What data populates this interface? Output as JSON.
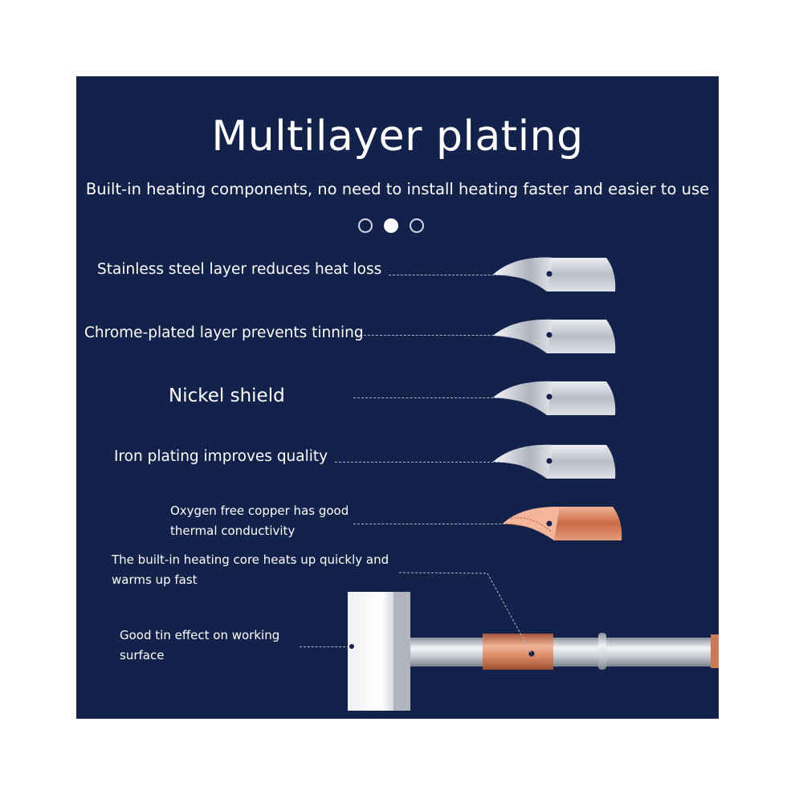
{
  "title": "Multilayer plating",
  "subtitle": "Built-in heating components, no need to install heating faster and easier to use",
  "pagination": {
    "dots": 3,
    "active": 2
  },
  "layers": [
    {
      "label": "Stainless steel layer reduces heat loss",
      "material": "steel"
    },
    {
      "label": "Chrome-plated layer prevents tinning",
      "material": "steel"
    },
    {
      "label": "Nickel shield",
      "material": "steel"
    },
    {
      "label": "Iron plating improves quality",
      "material": "steel"
    },
    {
      "label": "Oxygen free copper has good thermal conductivity",
      "material": "copper"
    }
  ],
  "core_label": "The built-in heating core heats up quickly and warms up fast",
  "tip_label": "Good tin effect on working surface",
  "colors": {
    "background": "#13224b",
    "text": "#ffffff",
    "steel": "#c8ccd3",
    "copper": "#d9825d"
  }
}
